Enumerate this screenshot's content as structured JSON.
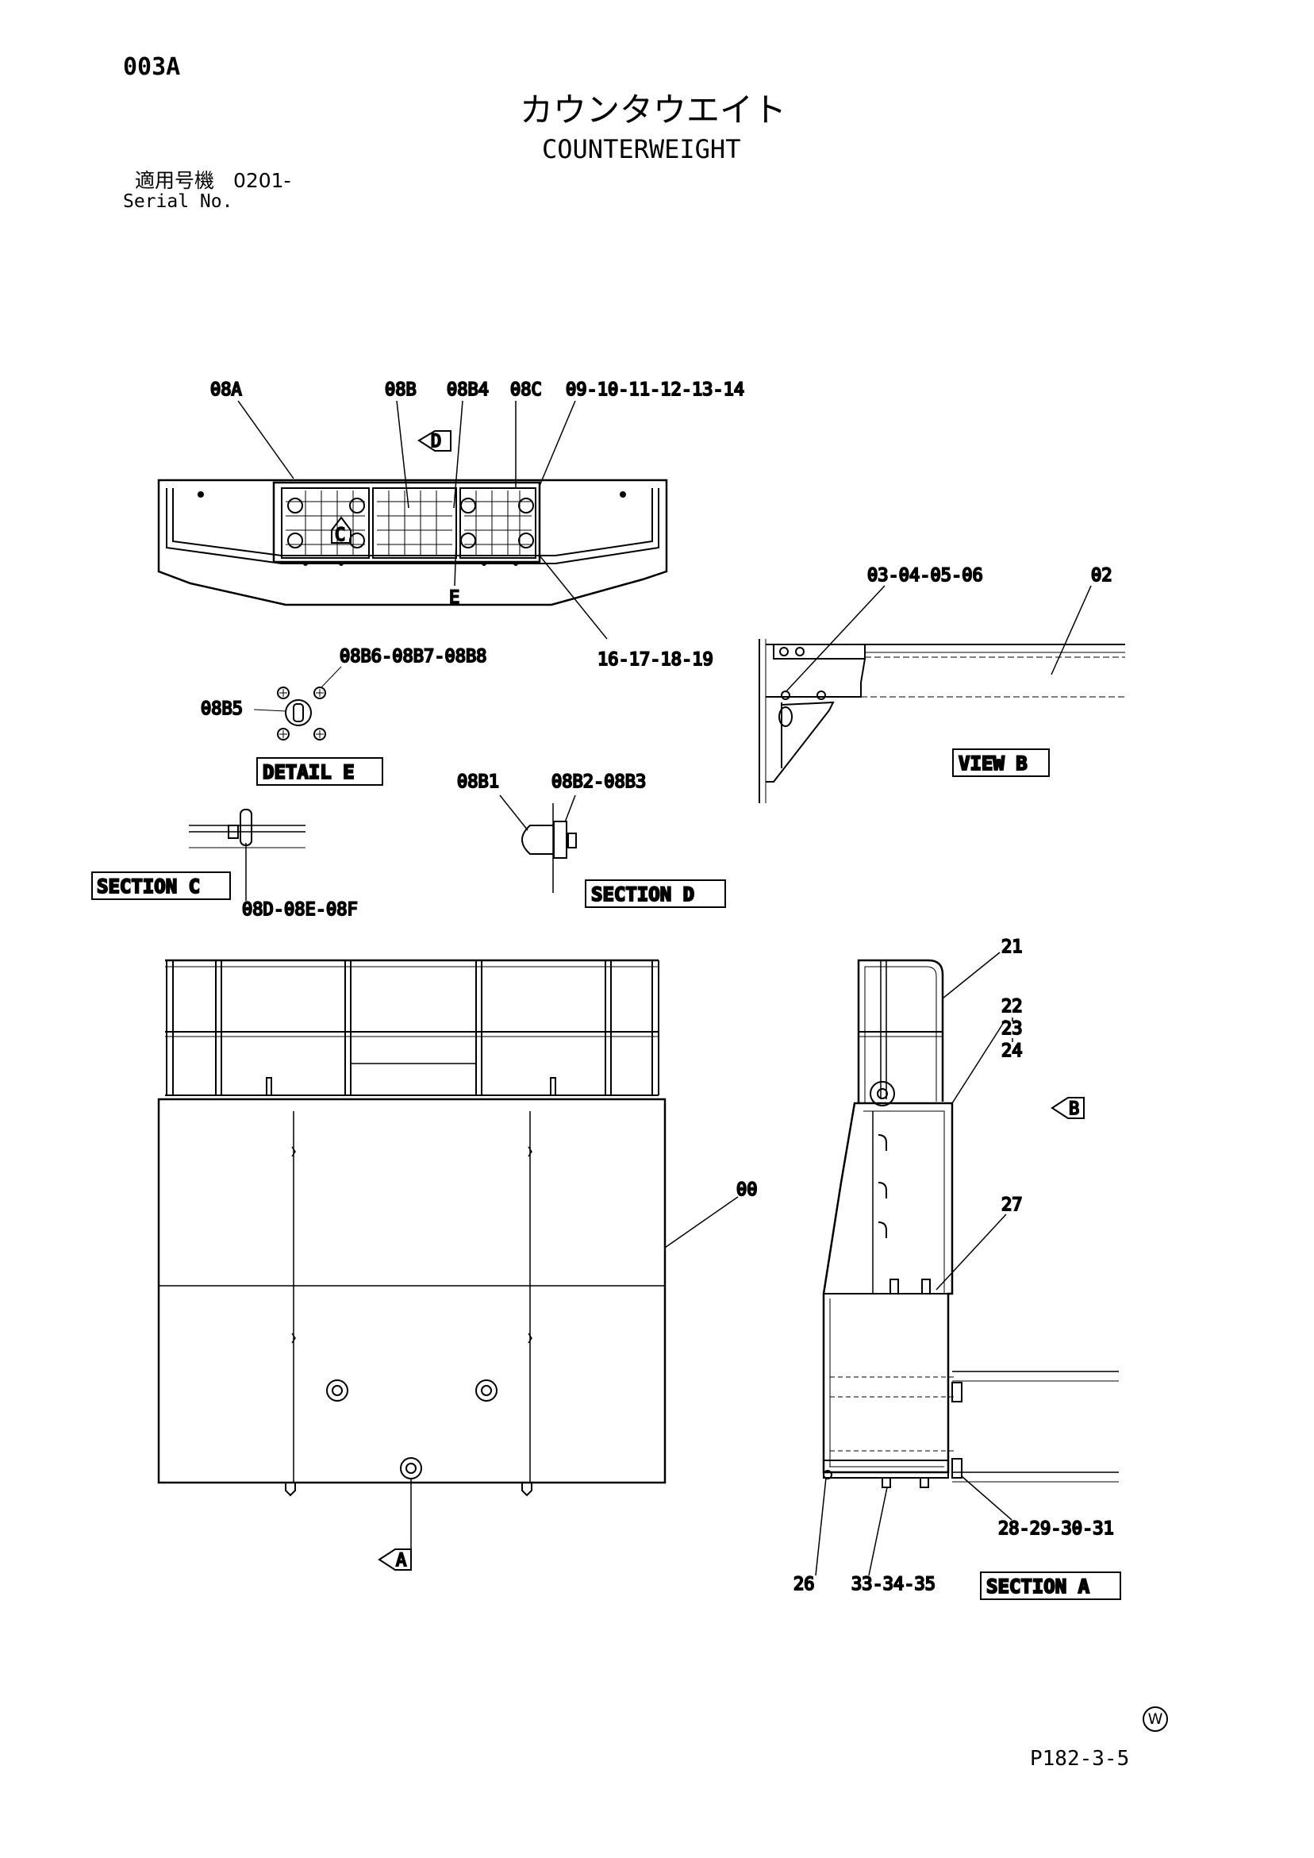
{
  "page_code": "003A",
  "title_jp": "カウンタウエイト",
  "title_en": "COUNTERWEIGHT",
  "serial": {
    "label_jp": "適用号機",
    "value": "0201-",
    "label_en": "Serial No."
  },
  "callouts": {
    "c08A": "08A",
    "c08B": "08B",
    "c08B4": "08B4",
    "c08C": "08C",
    "c09to14": "09-10-11-12-13-14",
    "viewD": "D",
    "viewC": "C",
    "markE": "E",
    "c16to19": "16-17-18-19",
    "c03to06": "03-04-05-06",
    "c02": "02",
    "c08B6to8": "08B6-08B7-08B8",
    "c08B5": "08B5",
    "c08B1": "08B1",
    "c08B2to3": "08B2-08B3",
    "c08Dto08F": "08D-08E-08F",
    "c00": "00",
    "c21": "21",
    "c22": "22",
    "c23": "23",
    "c24": "24",
    "viewB": "B",
    "c27": "27",
    "c28to31": "28-29-30-31",
    "c26": "26",
    "c33to35": "33-34-35",
    "viewA": "A"
  },
  "boxes": {
    "detail_e": "DETAIL  E",
    "view_b": "VIEW  B",
    "section_c": "SECTION  C",
    "section_d": "SECTION  D",
    "section_a": "SECTION  A"
  },
  "footer": {
    "watermark": "W",
    "doc_code": "P182-3-5"
  }
}
